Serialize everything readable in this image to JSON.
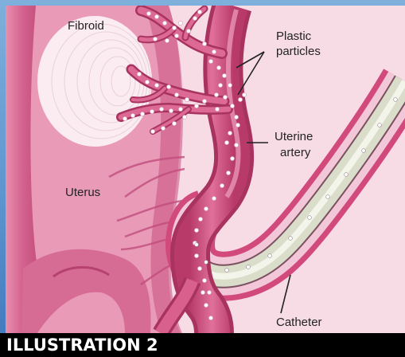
{
  "labels": {
    "fibroid": "Fibroid",
    "plastic_particles": [
      "Plastic",
      "particles"
    ],
    "uterine_artery": [
      "Uterine",
      "artery"
    ],
    "uterus": "Uterus",
    "catheter": "Catheter"
  },
  "caption": "ILLUSTRATION 2",
  "colors": {
    "frame_blue": "#5d95cf",
    "background_pink": "#f7dce6",
    "uterus_wall": "#d4638e",
    "artery": "#cf4f80",
    "artery_dark": "#a8335f",
    "catheter_tube": "#d9ddc9",
    "particles": "#ffffff",
    "caption_bar": "#000000",
    "caption_text": "#ffffff"
  }
}
